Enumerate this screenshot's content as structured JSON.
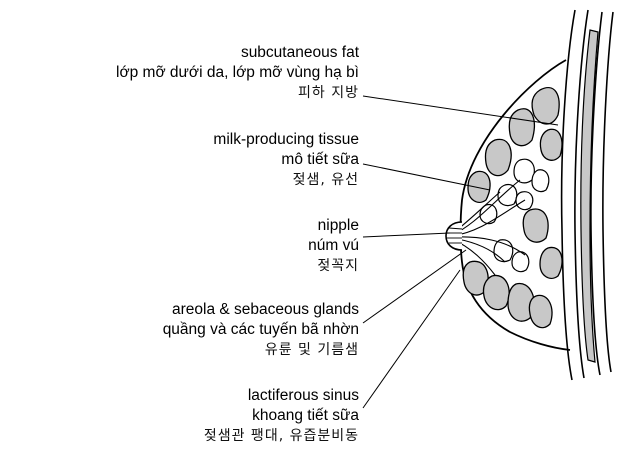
{
  "labels": [
    {
      "en": "subcutaneous fat",
      "vi": "lớp mỡ dưới da, lớp mỡ vùng hạ bì",
      "ko": "피하 지방"
    },
    {
      "en": "milk-producing tissue",
      "vi": "mô tiết sữa",
      "ko": "젖샘, 유선"
    },
    {
      "en": "nipple",
      "vi": "núm vú",
      "ko": "젖꼭지"
    },
    {
      "en": "areola & sebaceous glands",
      "vi": "quầng và các tuyến bã nhờn",
      "ko": "유륜 및 기름샘"
    },
    {
      "en": "lactiferous sinus",
      "vi": "khoang tiết sữa",
      "ko": "젖샘관 팽대, 유즙분비동"
    }
  ],
  "colors": {
    "tissue": "#c8c8c8",
    "line": "#000000",
    "background": "#ffffff"
  }
}
